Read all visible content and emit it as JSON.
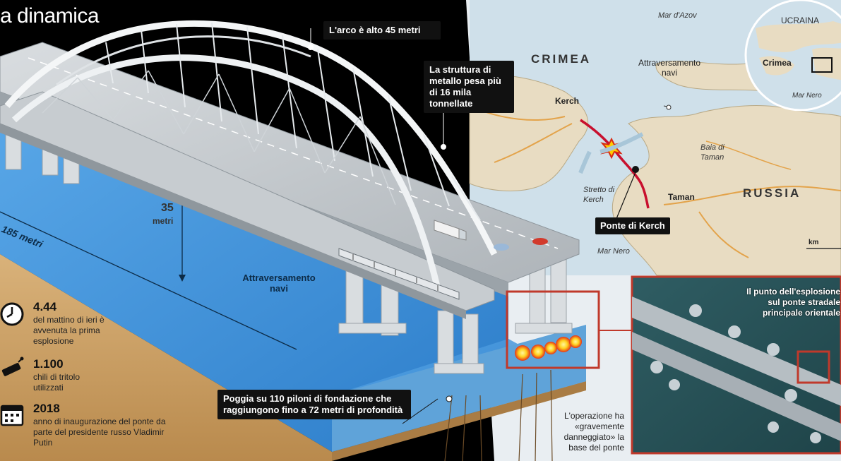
{
  "title": "a dinamica",
  "callouts": {
    "arch_height": "L'arco è alto 45 metri",
    "metal_structure": "La struttura di metallo pesa più di 16 mila tonnellate",
    "foundation": "Poggia su 110 piloni di fondazione che raggiungono fino a 72 metri di profondità",
    "map_bridge": "Ponte di Kerch"
  },
  "bridge_labels": {
    "height_value": "35",
    "height_unit": "metri",
    "length_label": "185 metri",
    "ship_passage": "Attraversamento navi",
    "operation_note": "L'operazione ha «gravemente danneggiato» la base del ponte"
  },
  "stats": [
    {
      "number": "4.44",
      "text": "del mattino di ieri è avvenuta la prima esplosione",
      "icon": "clock-icon"
    },
    {
      "number": "1.100",
      "text": "chili di tritolo utilizzati",
      "icon": "explosive-icon"
    },
    {
      "number": "2018",
      "text": "anno di inaugurazione del ponte da parte del presidente russo Vladimir Putin",
      "icon": "calendar-icon"
    }
  ],
  "map": {
    "sea_azov": "Mar d'Azov",
    "crimea": "CRIMEA",
    "russia": "RUSSIA",
    "kerch": "Kerch",
    "taman": "Taman",
    "ship_crossing": "Attraversamento navi",
    "strait": "Stretto di Kerch",
    "bay": "Baia di Taman",
    "black_sea": "Mar Nero",
    "scale_unit": "km"
  },
  "inset": {
    "ukraine": "UCRAINA",
    "crimea": "Crimea",
    "black_sea": "Mar Nero"
  },
  "satellite": {
    "caption": "Il punto dell'esplosione sul ponte stradale principale orientale"
  },
  "colors": {
    "sky": "#000000",
    "water": "#3d8fd6",
    "route": "#c8102e",
    "highlight": "#c0392b",
    "land": "#e8dcc2",
    "sea_map": "#cfe0ea"
  }
}
